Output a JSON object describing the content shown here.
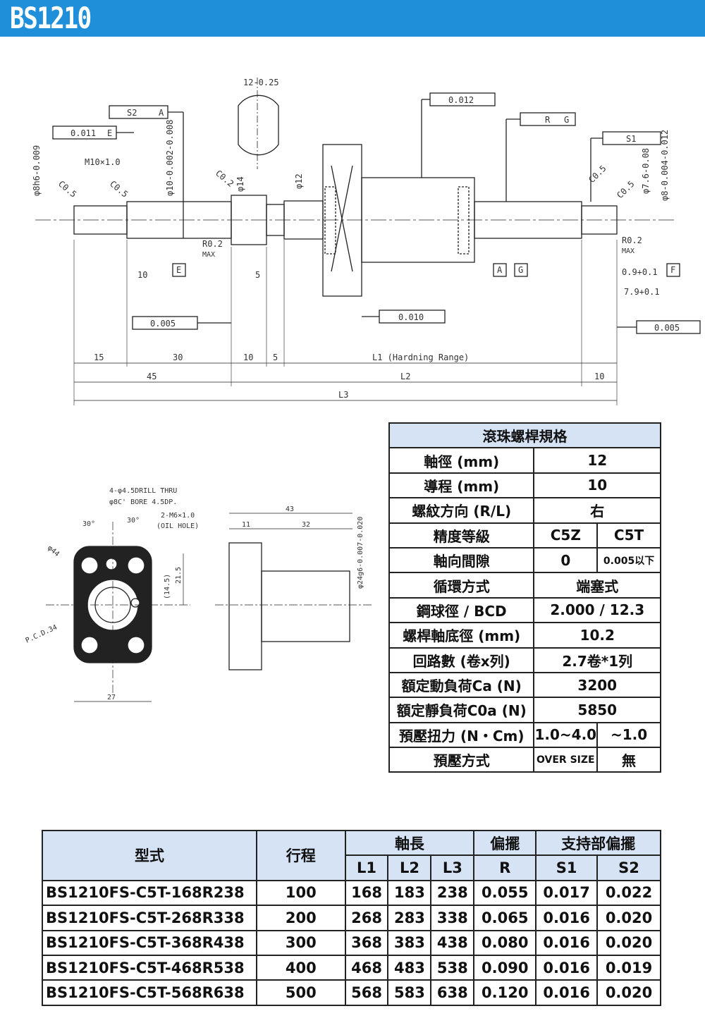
{
  "header": {
    "title": "BS1210",
    "bg": "#1e8fd8"
  },
  "drawing": {
    "tol_runout_s2": "S2",
    "datum_a": "A",
    "tol_0011": "0.011",
    "datum_e": "E",
    "thread": "M10×1.0",
    "chamfer_c05": "C0.5",
    "chamfer_c02": "C0.2",
    "dia_8h6": "φ8h6-0.009",
    "dia_10": "φ10-0.002-0.008",
    "dia_14": "φ14",
    "dia_12": "φ12",
    "width_12": "12-0.25",
    "tol_0012": "0.012",
    "tol_rg_r": "R",
    "tol_rg_g": "G",
    "tol_s1": "S1",
    "dia_76": "φ7.6-0.08",
    "dia_8": "φ8-0.004-0.012",
    "r02max_a": "R0.2",
    "r02max_b": "MAX",
    "datum_g": "G",
    "datum_f": "F",
    "dim_09": "0.9+0.1",
    "dim_79": "7.9+0.1",
    "tol_0010": "0.010",
    "tol_0005e": "0.005",
    "tol_0005f": "0.005",
    "d15": "15",
    "d30": "30",
    "d10a": "10",
    "d5a": "5",
    "d_l1": "L1 (Hardning Range)",
    "d45": "45",
    "d_l2": "L2",
    "d10b": "10",
    "d_l3": "L3",
    "d10c": "10",
    "d5b": "5",
    "nut_drill": "4-φ4.5DRILL THRU",
    "nut_bore": "φ8C' BORE 4.5DP.",
    "nut_oil": "2-M6×1.0",
    "nut_oil2": "(OIL HOLE)",
    "ang30a": "30°",
    "ang30b": "30°",
    "dia44": "φ44",
    "pcd": "P.C.D.34",
    "d215": "21.5",
    "d145": "(14.5)",
    "d27": "27",
    "d43": "43",
    "d11": "11",
    "d32": "32",
    "dia24": "φ24g6-0.007-0.020"
  },
  "spec": {
    "title": "滾珠螺桿規格",
    "rows": [
      {
        "label": "軸徑 (mm)",
        "v1": "12"
      },
      {
        "label": "導程 (mm)",
        "v1": "10"
      },
      {
        "label": "螺紋方向 (R/L)",
        "v1": "右"
      },
      {
        "label": "精度等級",
        "v1": "C5Z",
        "v2": "C5T"
      },
      {
        "label": "軸向間隙",
        "v1": "0",
        "v2": "0.005以下"
      },
      {
        "label": "循環方式",
        "v1": "端塞式"
      },
      {
        "label": "鋼球徑 / BCD",
        "v1": "2.000 / 12.3"
      },
      {
        "label": "螺桿軸底徑 (mm)",
        "v1": "10.2"
      },
      {
        "label": "回路數 (卷x列)",
        "v1": "2.7卷*1列"
      },
      {
        "label": "額定動負荷Ca (N)",
        "v1": "3200"
      },
      {
        "label": "額定靜負荷C0a (N)",
        "v1": "5850"
      },
      {
        "label": "預壓扭力 (N・Cm)",
        "v1": "1.0~4.0",
        "v2": "~1.0"
      },
      {
        "label": "預壓方式",
        "v1": "OVER SIZE",
        "v2": "無"
      }
    ]
  },
  "selection": {
    "headers": {
      "model": "型式",
      "stroke": "行程",
      "shaft": "軸長",
      "runout": "偏擺",
      "support": "支持部偏擺",
      "l1": "L1",
      "l2": "L2",
      "l3": "L3",
      "r": "R",
      "s1": "S1",
      "s2": "S2"
    },
    "rows": [
      [
        "BS1210FS-C5T-168R238",
        "100",
        "168",
        "183",
        "238",
        "0.055",
        "0.017",
        "0.022"
      ],
      [
        "BS1210FS-C5T-268R338",
        "200",
        "268",
        "283",
        "338",
        "0.065",
        "0.016",
        "0.020"
      ],
      [
        "BS1210FS-C5T-368R438",
        "300",
        "368",
        "383",
        "438",
        "0.080",
        "0.016",
        "0.020"
      ],
      [
        "BS1210FS-C5T-468R538",
        "400",
        "468",
        "483",
        "538",
        "0.090",
        "0.016",
        "0.019"
      ],
      [
        "BS1210FS-C5T-568R638",
        "500",
        "568",
        "583",
        "638",
        "0.120",
        "0.016",
        "0.020"
      ]
    ]
  }
}
